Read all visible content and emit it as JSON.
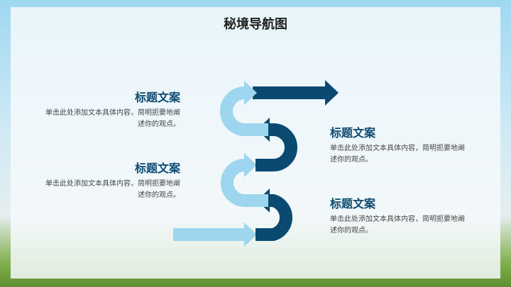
{
  "title": "秘境导航图",
  "items": [
    {
      "heading": "标题文案",
      "body": "单击此处添加文本具体内容，简明扼要地阐述你的观点。"
    },
    {
      "heading": "标题文案",
      "body": "单击此处添加文本具体内容，简明扼要地阐述你的观点。"
    },
    {
      "heading": "标题文案",
      "body": "单击此处添加文本具体内容，简明扼要地阐述你的观点。"
    },
    {
      "heading": "标题文案",
      "body": "单击此处添加文本具体内容，简明扼要地阐述你的观点。"
    }
  ],
  "colors": {
    "dark": "#0b4a70",
    "light": "#9dd6ee"
  }
}
